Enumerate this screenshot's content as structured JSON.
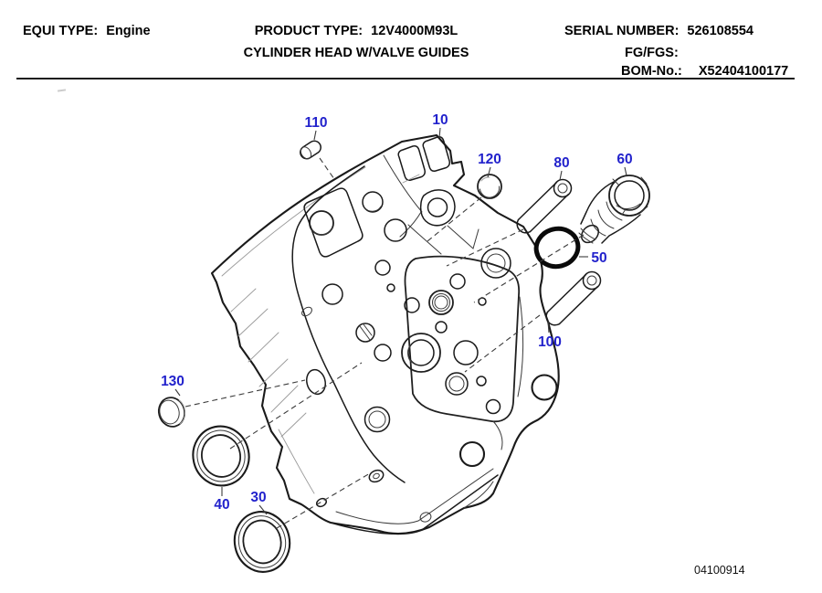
{
  "header": {
    "equi_type": {
      "label": "EQUI TYPE:",
      "value": "Engine"
    },
    "product_type": {
      "label": "PRODUCT TYPE:",
      "value": "12V4000M93L"
    },
    "subtitle": "CYLINDER HEAD W/VALVE GUIDES",
    "serial_number": {
      "label": "SERIAL NUMBER:",
      "value": "526108554"
    },
    "fg_fgs": {
      "label": "FG/FGS:",
      "value": ""
    },
    "bom_no": {
      "label": "BOM-No.:",
      "value": "X52404100177"
    }
  },
  "diagram": {
    "drawing_number": "04100914",
    "callouts": [
      {
        "label": "10"
      },
      {
        "label": "30"
      },
      {
        "label": "40"
      },
      {
        "label": "50"
      },
      {
        "label": "60"
      },
      {
        "label": "80"
      },
      {
        "label": "100"
      },
      {
        "label": "110"
      },
      {
        "label": "120"
      },
      {
        "label": "130"
      }
    ],
    "colors": {
      "callout_blue": "#2222cc",
      "line_black": "#1a1a1a",
      "oring_black": "#0a0a0a"
    }
  }
}
